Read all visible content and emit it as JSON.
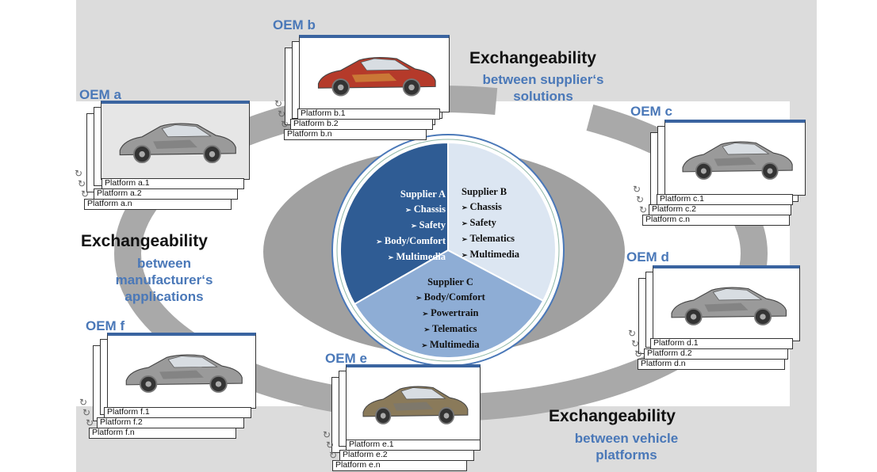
{
  "oems": [
    {
      "title": "OEM a",
      "platforms": [
        "Platform a.1",
        "Platform a.2",
        "Platform a.n"
      ]
    },
    {
      "title": "OEM b",
      "platforms": [
        "Platform b.1",
        "Platform b.2",
        "Platform b.n"
      ]
    },
    {
      "title": "OEM c",
      "platforms": [
        "Platform c.1",
        "Platform c.2",
        "Platform c.n"
      ]
    },
    {
      "title": "OEM d",
      "platforms": [
        "Platform d.1",
        "Platform d.2",
        "Platform d.n"
      ]
    },
    {
      "title": "OEM e",
      "platforms": [
        "Platform e.1",
        "Platform e.2",
        "Platform e.n"
      ]
    },
    {
      "title": "OEM f",
      "platforms": [
        "Platform f.1",
        "Platform f.2",
        "Platform f.n"
      ]
    }
  ],
  "exchangeability": [
    {
      "heading": "Exchangeability",
      "sub": "between supplier‘s solutions"
    },
    {
      "heading": "Exchangeability",
      "sub": "between manufacturer‘s applications"
    },
    {
      "heading": "Exchangeability",
      "sub": "between vehicle platforms"
    }
  ],
  "suppliers": [
    {
      "name": "Supplier A",
      "items": [
        "Chassis",
        "Safety",
        "Body/Comfort",
        "Multimedia"
      ],
      "color": "#2f5c94",
      "text_color": "#ffffff"
    },
    {
      "name": "Supplier B",
      "items": [
        "Chassis",
        "Safety",
        "Telematics",
        "Multimedia"
      ],
      "color": "#dce6f2",
      "text_color": "#111111"
    },
    {
      "name": "Supplier C",
      "items": [
        "Body/Comfort",
        "Powertrain",
        "Telematics",
        "Multimedia"
      ],
      "color": "#8eadd5",
      "text_color": "#111111"
    }
  ],
  "bullet": "➢",
  "colors": {
    "accent": "#4a78b8",
    "background": "#dcdcdc",
    "ring": "#a3a3a3"
  }
}
